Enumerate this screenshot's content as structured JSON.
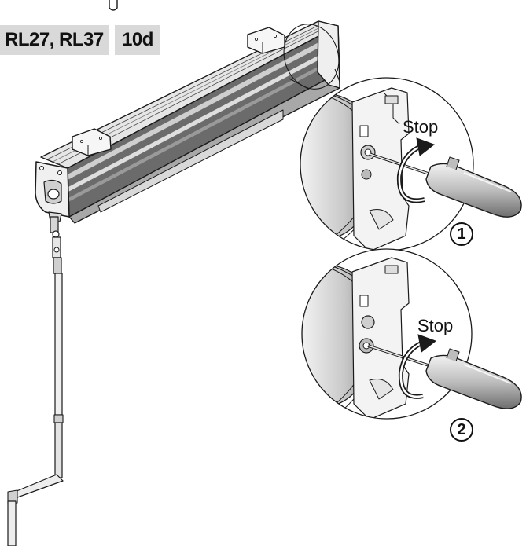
{
  "header": {
    "model_label": "RL27, RL37",
    "code_label": "10d"
  },
  "details": [
    {
      "stop_label": "Stop",
      "step_label": "1"
    },
    {
      "stop_label": "Stop",
      "step_label": "2"
    }
  ],
  "colors": {
    "tag_background": "#d9d9d9",
    "line": "#1a1a1a",
    "housing_dark": "#6b6b6b",
    "housing_mid": "#b3b3b3",
    "housing_light": "#ececec"
  },
  "icons": [
    "screwdriver-icon",
    "rotation-arrow-icon",
    "crank-rod-icon"
  ]
}
